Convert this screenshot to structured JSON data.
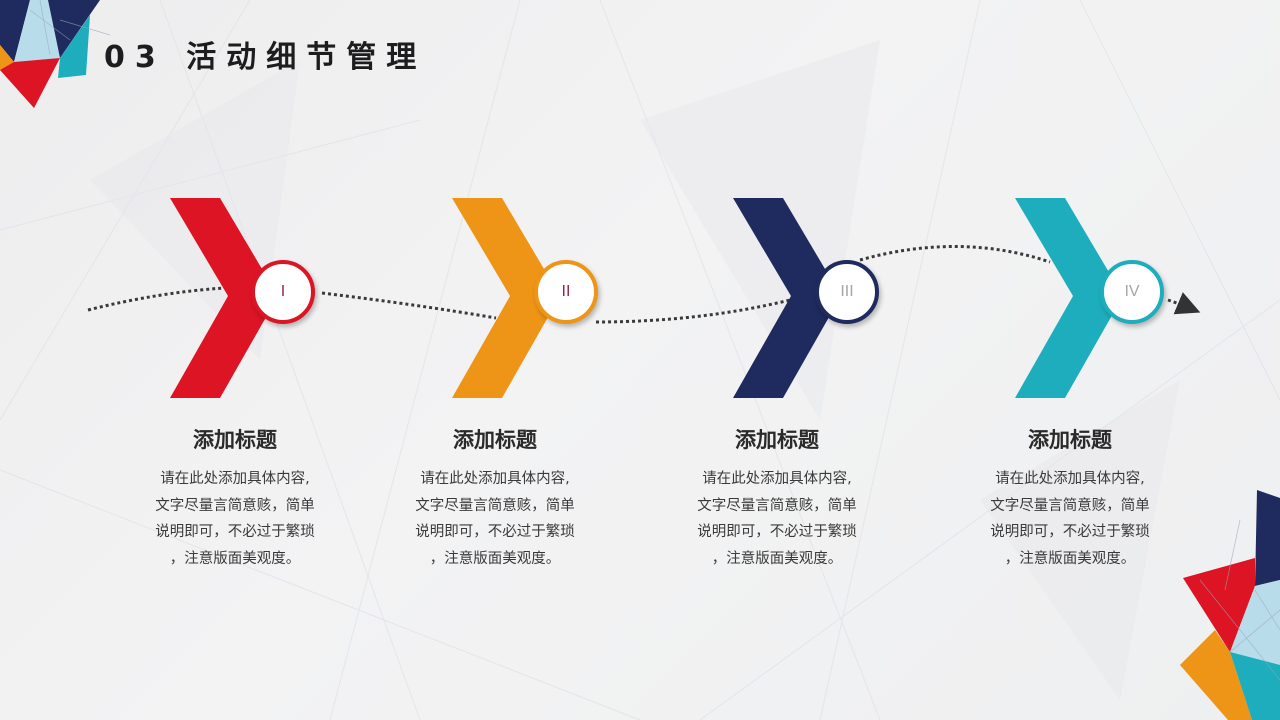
{
  "slide": {
    "title": "03 活动细节管理",
    "colors": {
      "red": "#dc1424",
      "orange": "#ee9416",
      "navy": "#1f2a5e",
      "teal": "#1eadbd",
      "text_dark": "#1d1d1f",
      "numeral_red_orange": "#8c2a48",
      "numeral_gray": "#a6a6a6"
    }
  },
  "steps": [
    {
      "numeral": "I",
      "color": "#dc1424",
      "title": "添加标题",
      "desc": [
        "请在此处添加具体内容,",
        "文字尽量言简意赅，简单",
        "说明即可，不必过于繁琐",
        "，注意版面美观度。"
      ]
    },
    {
      "numeral": "II",
      "color": "#ee9416",
      "title": "添加标题",
      "desc": [
        "请在此处添加具体内容,",
        "文字尽量言简意赅，简单",
        "说明即可，不必过于繁琐",
        "，注意版面美观度。"
      ]
    },
    {
      "numeral": "III",
      "color": "#1f2a5e",
      "title": "添加标题",
      "desc": [
        "请在此处添加具体内容,",
        "文字尽量言简意赅，简单",
        "说明即可，不必过于繁琐",
        "，注意版面美观度。"
      ]
    },
    {
      "numeral": "IV",
      "color": "#1eadbd",
      "title": "添加标题",
      "desc": [
        "请在此处添加具体内容,",
        "文字尽量言简意赅，简单",
        "说明即可，不必过于繁琐",
        "，注意版面美观度。"
      ]
    }
  ],
  "icons": {
    "connector": "dotted-arrow-path",
    "chevron": "chevron-right-shape",
    "decoration": "low-poly-triangles"
  }
}
